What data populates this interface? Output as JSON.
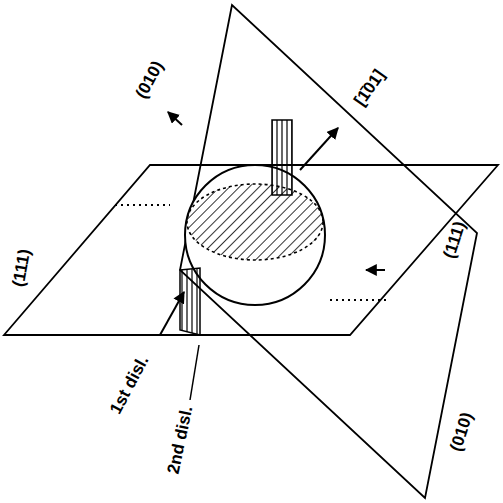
{
  "diagram": {
    "labels": [
      "(010)",
      "[1̄01]",
      "(111)",
      "(111)",
      "1st disl.",
      "2nd disl.",
      "(010)"
    ]
  }
}
